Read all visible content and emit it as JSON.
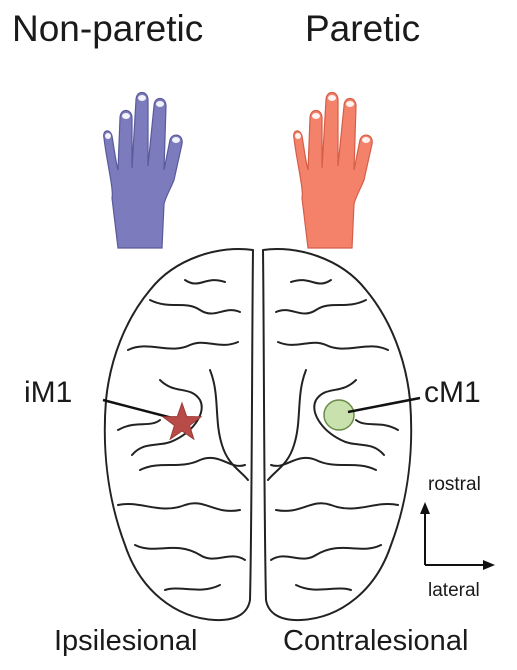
{
  "top_labels": {
    "left": "Non-paretic",
    "right": "Paretic"
  },
  "hands": {
    "left": {
      "icon": "hand-icon",
      "color": "#7b7bbd"
    },
    "right": {
      "icon": "hand-icon",
      "color": "#f4826a"
    }
  },
  "markers": {
    "ipsilesional": {
      "label": "iM1",
      "shape": "star",
      "color": "#b84a47"
    },
    "contralesional": {
      "label": "cM1",
      "shape": "circle",
      "color": "#c9e2ad"
    }
  },
  "orientation": {
    "rostral": "rostral",
    "lateral": "lateral"
  },
  "bottom_labels": {
    "left": "Ipsilesional",
    "right": "Contralesional"
  }
}
